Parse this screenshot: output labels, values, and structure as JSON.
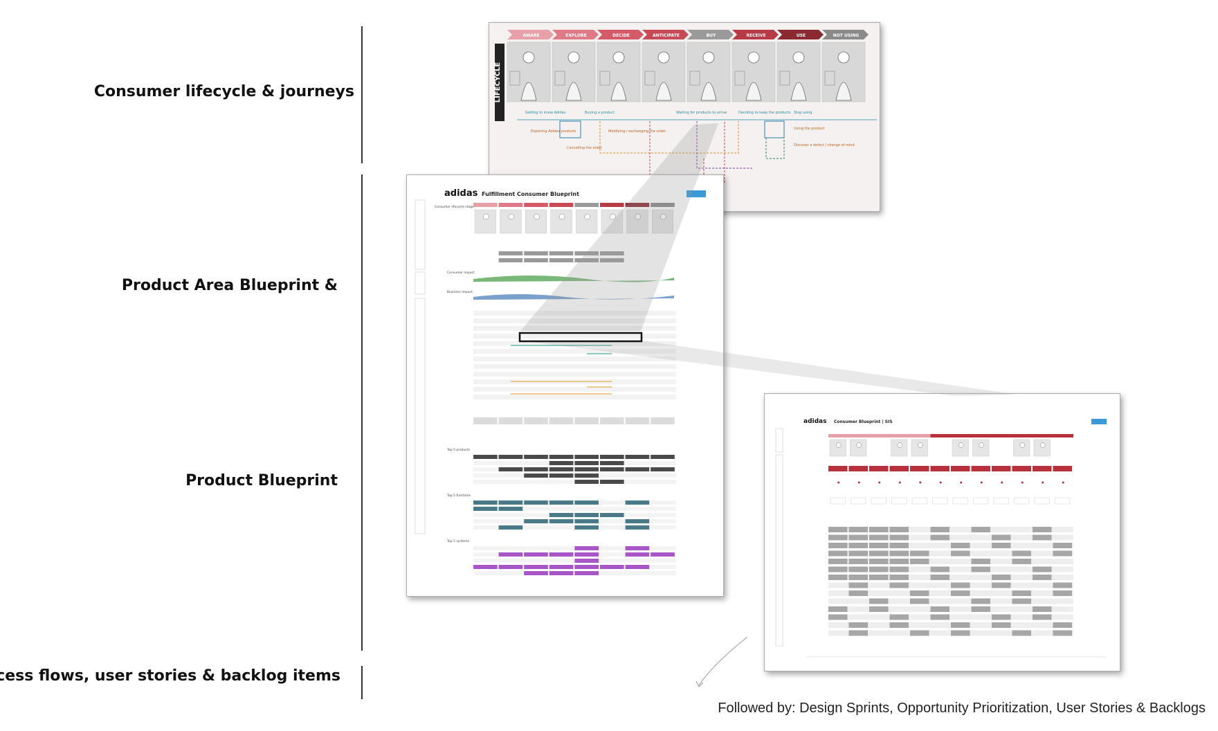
{
  "sections": [
    {
      "id": "lifecycle",
      "label": "Consumer lifecycle & journeys"
    },
    {
      "id": "area",
      "label": "Product Area Blueprint &"
    },
    {
      "id": "product",
      "label": "Product Blueprint"
    },
    {
      "id": "process",
      "label": "Process flows, user stories & backlog items"
    }
  ],
  "lifecycle_doc": {
    "side_label": "LIFECYCLE",
    "stages": [
      "AWARE",
      "EXPLORE",
      "DECIDE",
      "ANTICIPATE",
      "BUY",
      "RECEIVE",
      "USE",
      "NOT USING"
    ],
    "stage_colors": [
      "#e8a0a8",
      "#e07a86",
      "#d45a68",
      "#c94a57",
      "#9a9a9a",
      "#b83a46",
      "#8a2a30",
      "#8a8a8a"
    ],
    "journeys": [
      "Getting to know Adidas",
      "Buying a product",
      "Waiting for products to arrive",
      "Deciding to keep the products",
      "Stop using",
      "Exploring Adidas products",
      "Modifying / exchanging the order",
      "Using the product",
      "Cancelling the order",
      "Discover a defect / change of mind"
    ]
  },
  "area_doc": {
    "brand": "adidas",
    "title": "Fulfillment Consumer Blueprint",
    "stage_row_label": "Consumer lifecycle stage",
    "rows": [
      "Consumer impact",
      "Business impact",
      "Top 5 products",
      "Top 5 functions",
      "Top 5 systems"
    ],
    "colors": {
      "products": "#4a4a4a",
      "functions": "#4a7a88",
      "systems": "#a855c8",
      "consumer": "#7ab87a",
      "business": "#7aa0cc"
    }
  },
  "product_doc": {
    "brand": "adidas",
    "title": "Consumer Blueprint  |  SIS",
    "accent": "#b8303c"
  },
  "footer": "Followed by: Design Sprints, Opportunity Prioritization, User Stories & Backlogs"
}
